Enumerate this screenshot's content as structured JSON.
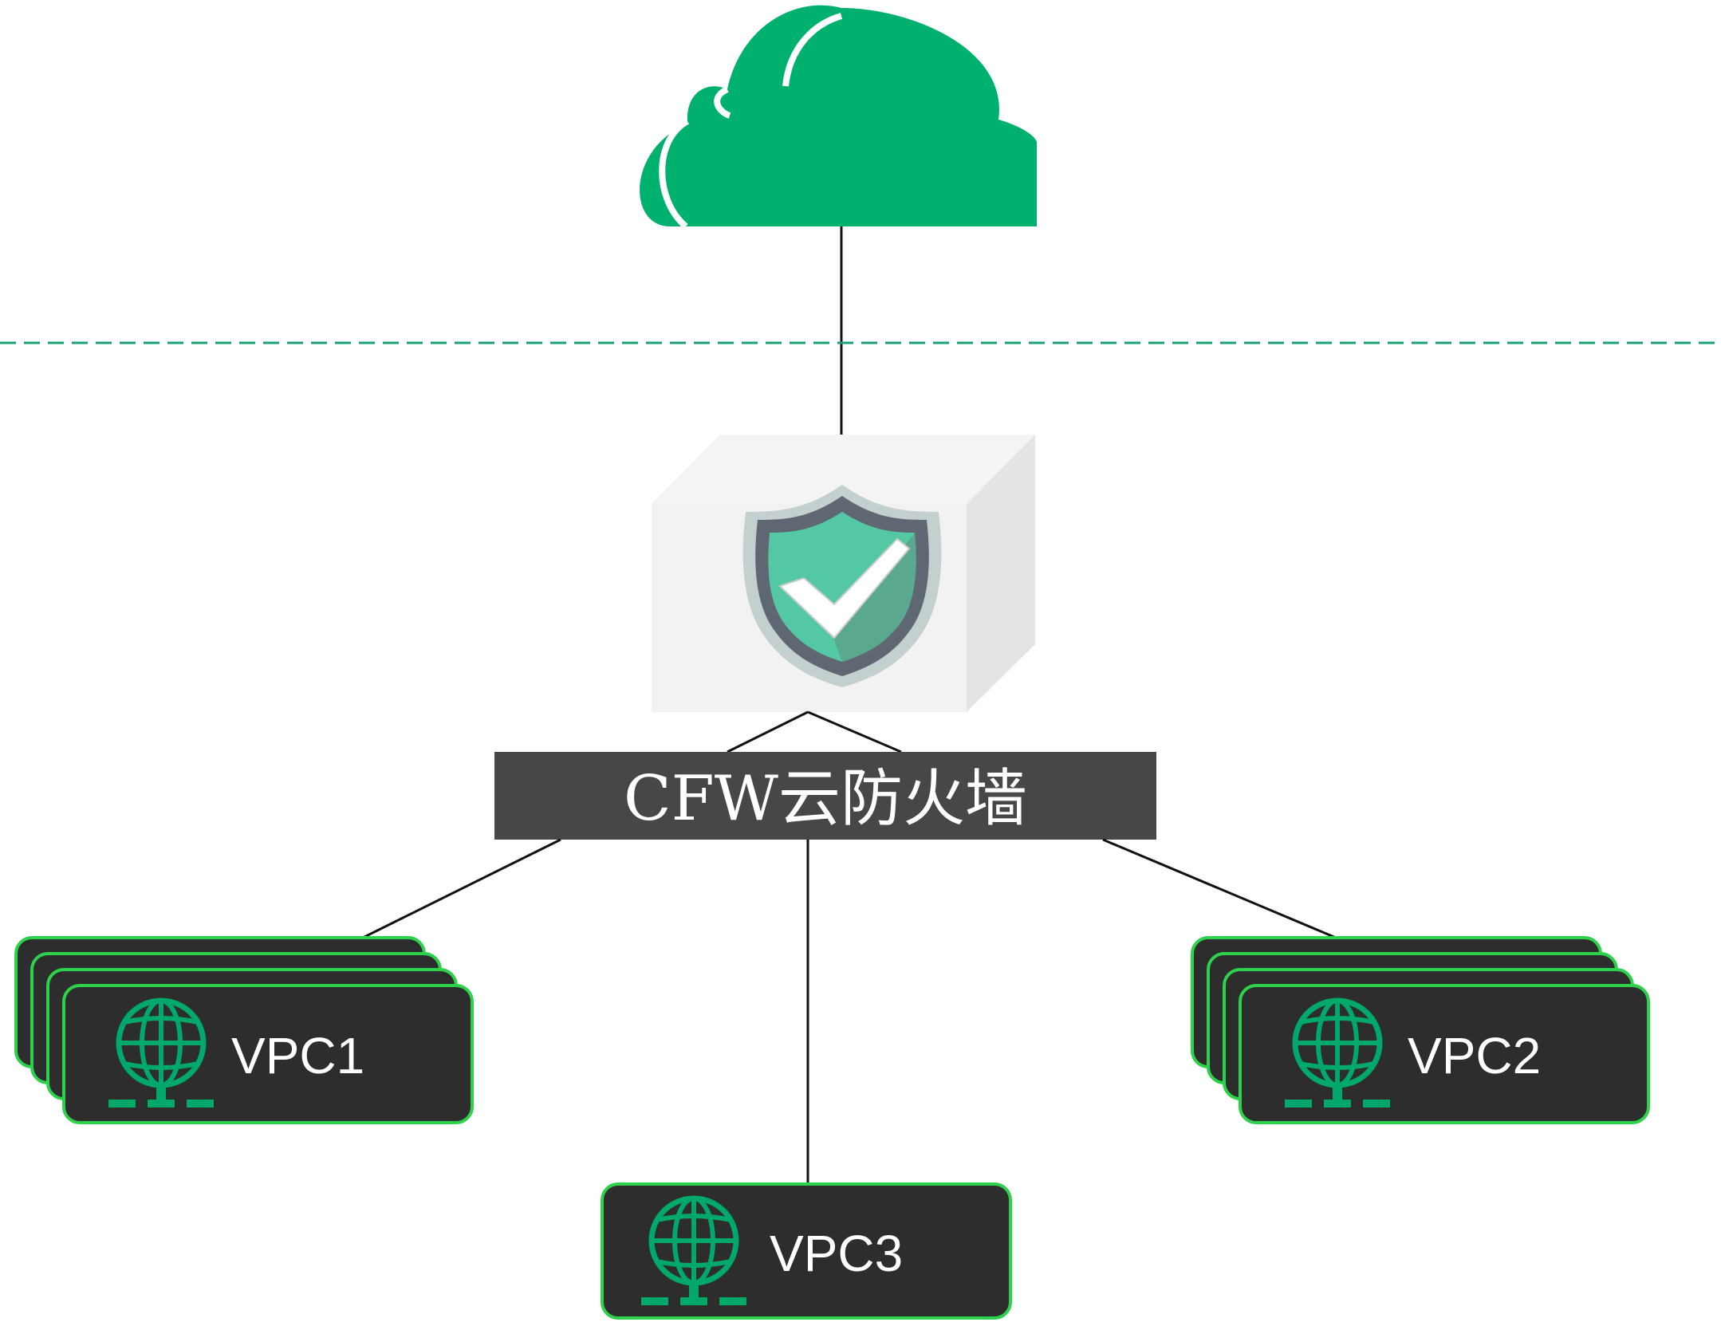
{
  "colors": {
    "cloud": "#00b06f",
    "boundary_line": "#1aa077",
    "connector": "#111111",
    "firewall_box": "#f2f2f2",
    "firewall_box_side": "#e6e6e6",
    "label_bar": "#474747",
    "vpc_fill": "#2d2d2d",
    "vpc_border": "#2ed14c",
    "vpc_icon": "#00a86b",
    "shield_outer": "#5f6773",
    "shield_inner": "#54c8a4"
  },
  "icons": {
    "internet": "cloud-icon",
    "firewall": "shield-check-icon",
    "vpc": "network-globe-icon"
  },
  "firewall": {
    "label": "CFW云防火墙"
  },
  "vpcs": [
    {
      "id": "vpc1",
      "label": "VPC1",
      "stacked": true
    },
    {
      "id": "vpc2",
      "label": "VPC2",
      "stacked": true
    },
    {
      "id": "vpc3",
      "label": "VPC3",
      "stacked": false
    }
  ]
}
